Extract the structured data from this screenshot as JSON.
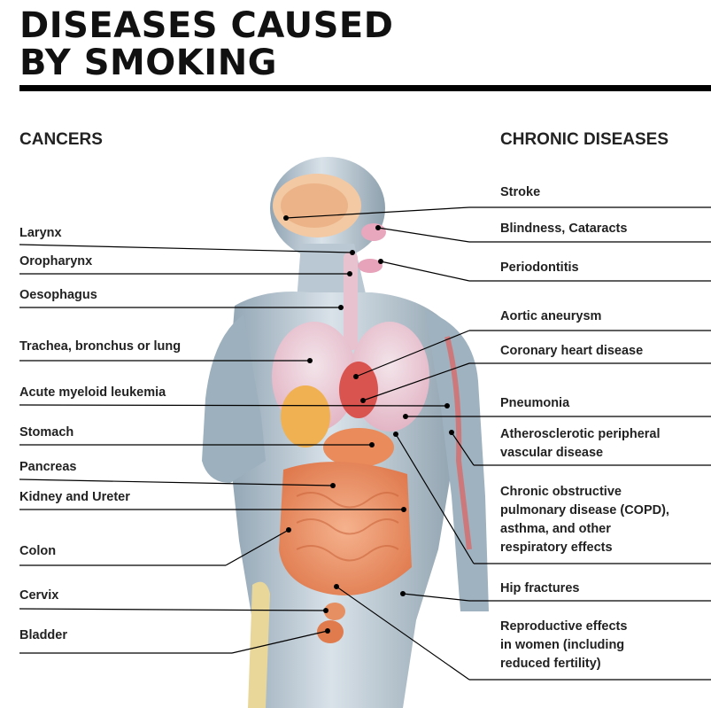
{
  "title": {
    "line1": "DISEASES CAUSED",
    "line2": "BY SMOKING"
  },
  "sections": {
    "left": "CANCERS",
    "right": "CHRONIC DISEASES"
  },
  "cancers": [
    "Larynx",
    "Oropharynx",
    "Oesophagus",
    "Trachea, bronchus or lung",
    "Acute myeloid leukemia",
    "Stomach",
    "Pancreas",
    "Kidney and Ureter",
    "Colon",
    "Cervix",
    "Bladder"
  ],
  "chronic": [
    [
      "Stroke"
    ],
    [
      "Blindness, Cataracts"
    ],
    [
      "Periodontitis"
    ],
    [
      "Aortic aneurysm"
    ],
    [
      "Coronary heart disease"
    ],
    [
      "Pneumonia"
    ],
    [
      "Atherosclerotic peripheral",
      "vascular disease"
    ],
    [
      "Chronic obstructive",
      "pulmonary disease (COPD),",
      "asthma, and other",
      "respiratory effects"
    ],
    [
      "Hip fractures"
    ],
    [
      "Reproductive effects",
      "in women (including",
      "reduced fertility)"
    ]
  ]
}
